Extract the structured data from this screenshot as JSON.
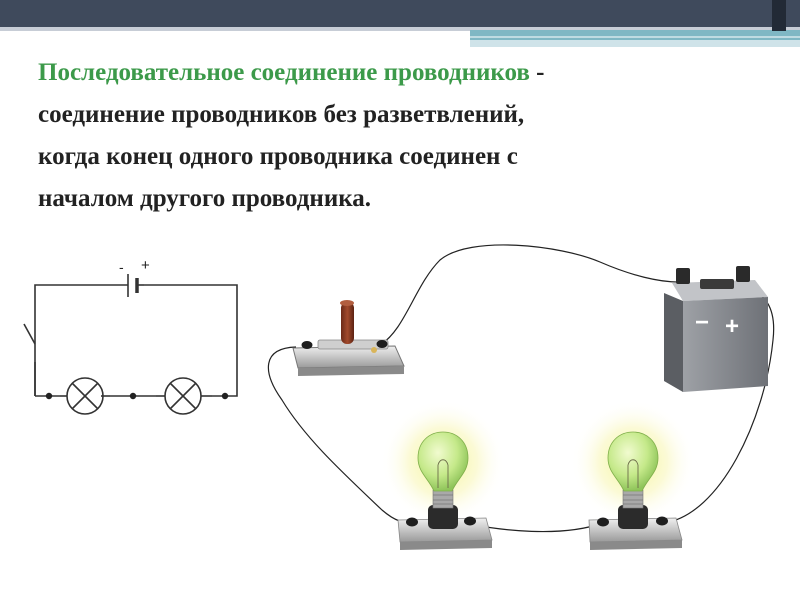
{
  "header": {
    "term": "Последовательное соединение проводников",
    "dash": " -",
    "line2": "соединение проводников без разветвлений,",
    "line3": "когда конец одного проводника соединен с",
    "line4": "началом другого проводника."
  },
  "schematic": {
    "minus_label": "-",
    "plus_label": "+"
  },
  "battery": {
    "minus_label": "−",
    "plus_label": "+"
  },
  "colors": {
    "term": "#3c9a4a",
    "top_bar": "#3f4a5c",
    "accent": "#7fb7c4",
    "bulb_glass": "#c8ec8a",
    "bulb_glow": "#f4f39a",
    "switch_handle": "#8a3a22",
    "battery_body": "#7f8288"
  }
}
